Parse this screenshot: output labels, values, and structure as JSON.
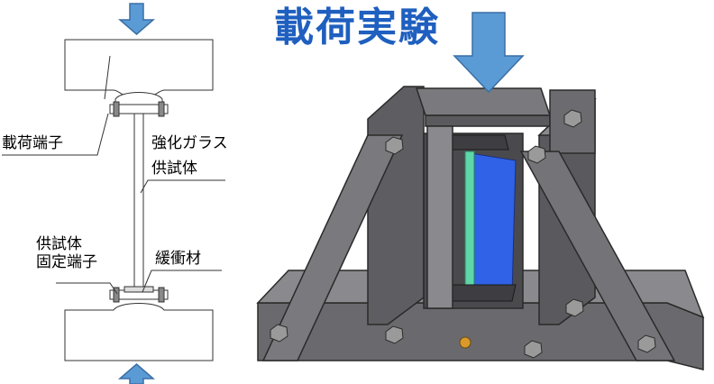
{
  "title": "載荷実験",
  "labels": {
    "loading_terminal": "載荷端子",
    "tempered_glass": "強化ガラス",
    "specimen": "供試体",
    "specimen_fixing_terminal": "供試体\n固定端子",
    "cushion_material": "緩衝材"
  },
  "colors": {
    "title": "#1f5fbf",
    "arrow_fill": "#5b9bd5",
    "arrow_stroke": "#3a6ea5",
    "frame_front": "#6e6e72",
    "frame_top": "#8a8a8e",
    "frame_dark": "#4a4a4e",
    "glass_blue": "#2f62e6",
    "glass_edge": "#5fd6a8",
    "bolt": "#9a9a9a",
    "gold_pin": "#d99a2b"
  }
}
